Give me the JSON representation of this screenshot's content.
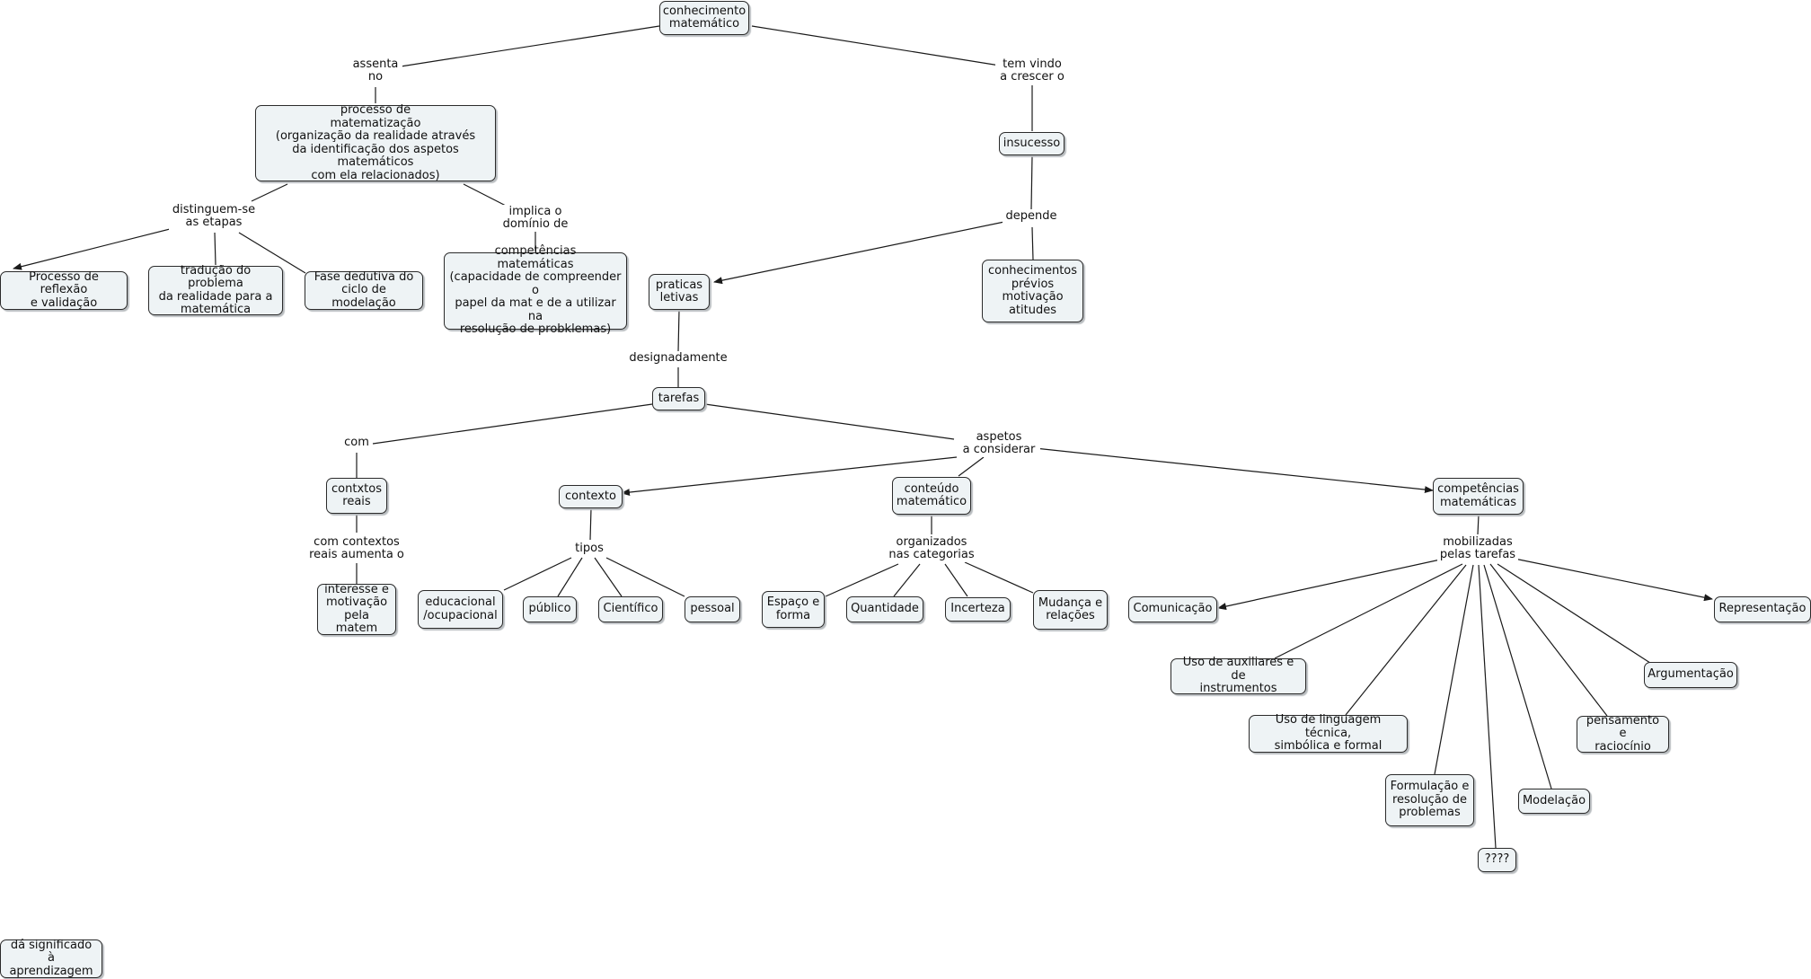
{
  "concept_map": {
    "nodes": {
      "conhecimento": "conhecimento\nmatemático",
      "processo": "processo de\nmatematização\n(organização da realidade através\nda identificação dos aspetos matemáticos\ncom ela relacionados)",
      "insucesso": "insucesso",
      "reflexao": "Processo de reflexão\ne validação",
      "traducao": "tradução do problema\nda realidade para a\nmatemática",
      "dedutiva": "Fase dedutiva do\nciclo de modelação",
      "competencias1": "competências\nmatemáticas\n(capacidade de compreender o\npapel da mat e de a utilizar na\nresolução de probklemas)",
      "praticas": "praticas\nletivas",
      "conhecimentos": "conhecimentos\nprévios\nmotivação\natitudes",
      "tarefas": "tarefas",
      "contxtos": "contxtos\nreais",
      "contexto": "contexto",
      "conteudo": "conteúdo\nmatemático",
      "competencias2": "competências\nmatemáticas",
      "interesse": "interesse e\nmotivação\npela matem",
      "educacional": "educacional\n/ocupacional",
      "publico": "público",
      "cientifico": "Científico",
      "pessoal": "pessoal",
      "espaco": "Espaço e\nforma",
      "quantidade": "Quantidade",
      "incerteza": "Incerteza",
      "mudanca": "Mudança e\nrelações",
      "comunicacao": "Comunicação",
      "representacao": "Representação",
      "auxiliares": "Uso de auxiliares e de\ninstrumentos",
      "argumentacao": "Argumentação",
      "linguagem": "Uso de linguagem técnica,\nsimbólica e formal",
      "pensamento": "pensamento e\nraciocínio",
      "formulacao": "Formulação e\nresolução de\nproblemas",
      "modelacao": "Modelação",
      "interrogacao": "????",
      "significado": "dá significado\nà aprendizagem"
    },
    "linking_phrases": {
      "assenta": "assenta\nno",
      "temvindo": "tem vindo\na crescer o",
      "distinguem": "distinguem-se\nas etapas",
      "implica": "implica o\ndomínio de",
      "depende": "depende",
      "designadamente": "designadamente",
      "com": "com",
      "aspetos": "aspetos\na considerar",
      "comcontextos": "com contextos\nreais aumenta o",
      "tipos": "tipos",
      "organizados": "organizados\nnas categorias",
      "mobilizadas": "mobilizadas\npelas tarefas"
    },
    "line_color": "#1a1a1a",
    "node_fill": "#eef3f5"
  }
}
